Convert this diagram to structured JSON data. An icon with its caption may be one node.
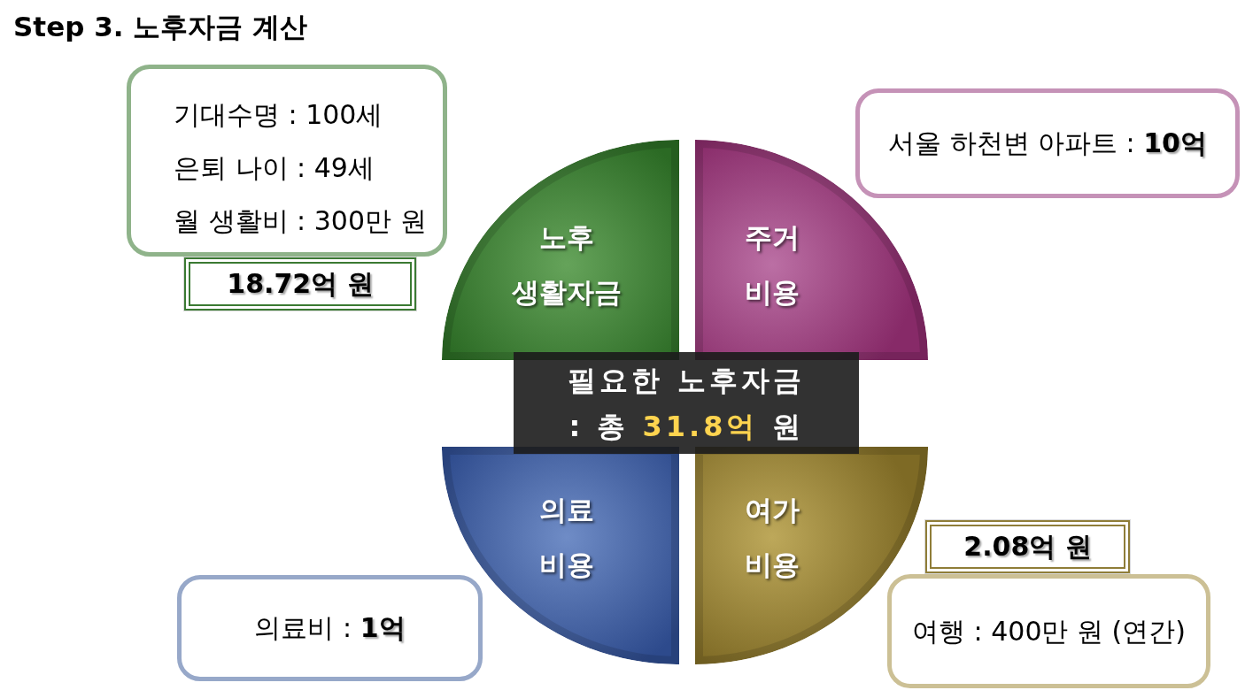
{
  "diagram": {
    "title": "Step 3. 노후자금 계산",
    "nodes": [
      {
        "text": [
          "노후 생활자금"
        ]
      },
      {
        "text": [
          "기대수명 : 100세",
          "은퇴 나이 : 49세",
          "월 생활비 : 300만 원"
        ]
      },
      {
        "text": [
          "18.72억 원"
        ]
      },
      {
        "text": [
          "주거 비용"
        ]
      },
      {
        "text": [
          "서울 하천변 아파트 : **10억**"
        ]
      },
      {
        "text": [
          "의료 비용"
        ]
      },
      {
        "text": [
          "의료비 : **1억**"
        ]
      },
      {
        "text": [
          "여가 비용"
        ]
      },
      {
        "text": [
          "여행 : 400만 원 (연간)"
        ]
      },
      {
        "text": [
          "2.08억 원"
        ]
      },
      {
        "text": [
          "필요한 노후자금",
          ": 총 **31.8억** 원"
        ]
      }
    ]
  }
}
